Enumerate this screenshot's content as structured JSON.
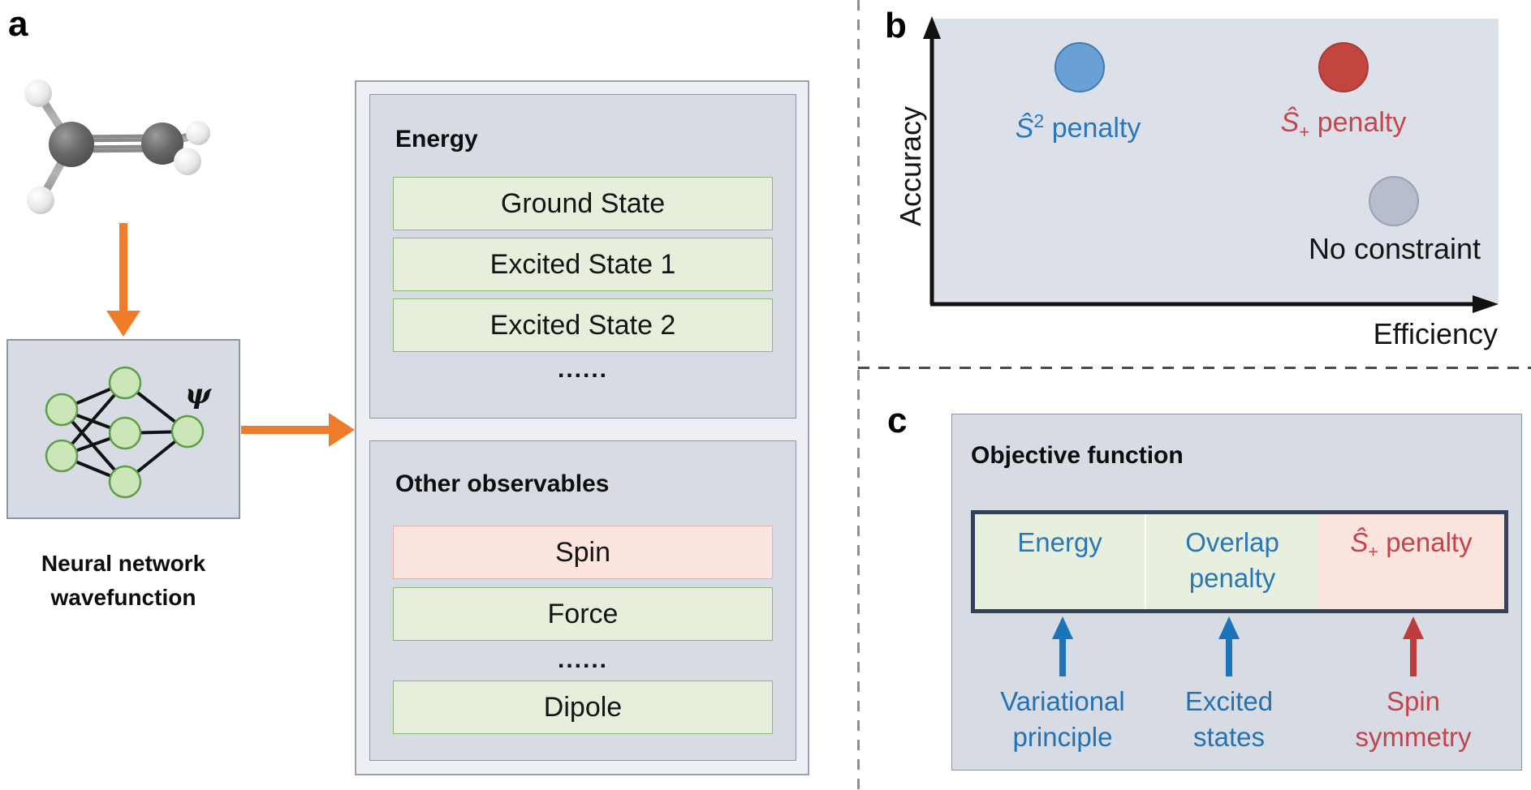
{
  "colors": {
    "panel_box_bg": "#d7dbe4",
    "outputs_container_bg": "#edeff4",
    "green_row_bg": "#e5efdc",
    "green_row_border": "#8cba76",
    "pink_row_bg": "#fce4df",
    "orange_arrow": "#ee7c2b",
    "blue_point": "#69a1d5",
    "red_point": "#c2453f",
    "gray_point": "#b7bdcb",
    "blue_text": "#2b76b6",
    "red_text": "#c7454d",
    "objective_bar_border": "#33415c",
    "blue_arrow": "#1b74ba",
    "red_arrow": "#c03c3c"
  },
  "a": {
    "label": "a",
    "psi": "ψ",
    "caption_line1": "Neural network",
    "caption_line2": "wavefunction",
    "energy": {
      "title": "Energy",
      "rows": [
        "Ground State",
        "Excited State 1",
        "Excited State 2"
      ],
      "ellipsis": "......"
    },
    "observables": {
      "title": "Other observables",
      "rows": [
        "Spin",
        "Force",
        "Dipole"
      ],
      "ellipsis": "......"
    }
  },
  "b": {
    "label": "b",
    "y_axis": "Accuracy",
    "x_axis": "Efficiency",
    "points": [
      {
        "name": "s2-penalty",
        "s_hat": "Ŝ",
        "sup": "2",
        "text": "penalty",
        "position": "high accuracy, low efficiency"
      },
      {
        "name": "splus-penalty",
        "s_hat": "Ŝ",
        "sub": "+",
        "text": "penalty",
        "position": "high accuracy, high efficiency"
      },
      {
        "name": "no-constraint",
        "text": "No constraint",
        "position": "low accuracy, high efficiency"
      }
    ]
  },
  "c": {
    "label": "c",
    "title": "Objective function",
    "segments": [
      {
        "line1": "Energy"
      },
      {
        "line1": "Overlap",
        "line2": "penalty"
      },
      {
        "s_hat": "Ŝ",
        "sub": "+",
        "text": "penalty"
      }
    ],
    "annotations": [
      {
        "line1": "Variational",
        "line2": "principle"
      },
      {
        "line1": "Excited",
        "line2": "states"
      },
      {
        "line1": "Spin",
        "line2": "symmetry"
      }
    ]
  }
}
